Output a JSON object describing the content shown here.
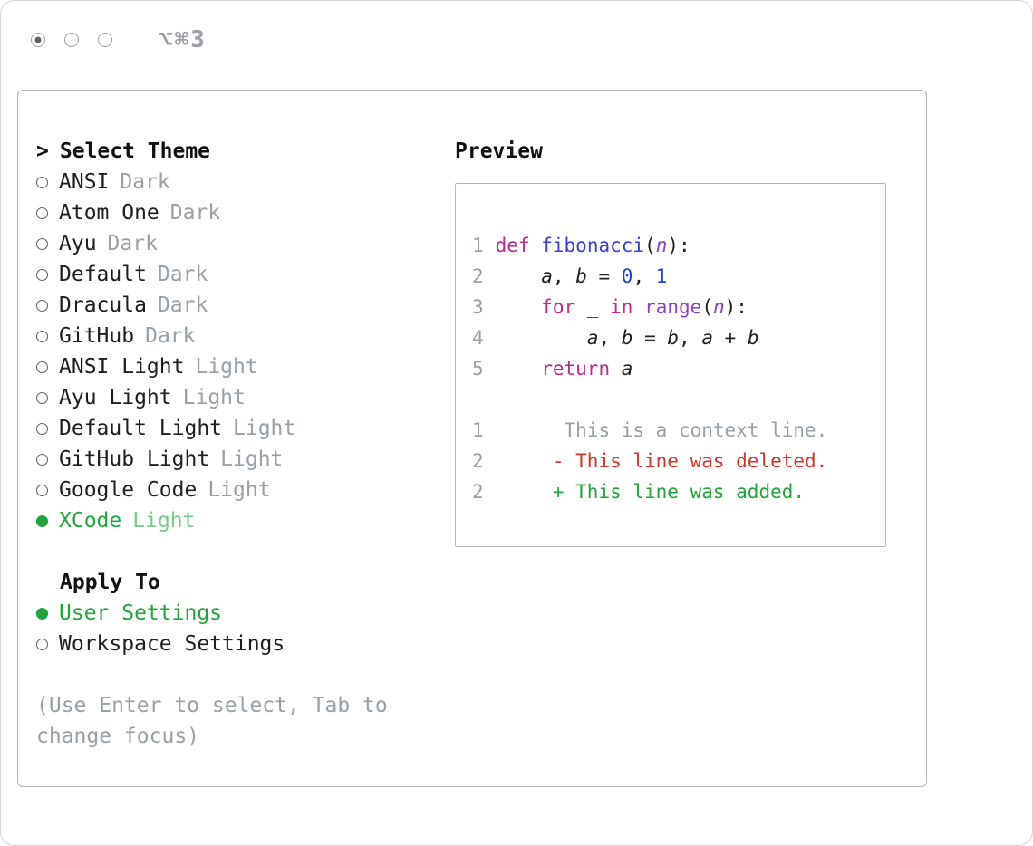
{
  "window": {
    "shortcut": "⌥⌘3"
  },
  "theme_list": {
    "prompt": ">",
    "title": "Select Theme",
    "items": [
      {
        "name": "ANSI",
        "variant": "Dark",
        "selected": false
      },
      {
        "name": "Atom One",
        "variant": "Dark",
        "selected": false
      },
      {
        "name": "Ayu",
        "variant": "Dark",
        "selected": false
      },
      {
        "name": "Default",
        "variant": "Dark",
        "selected": false
      },
      {
        "name": "Dracula",
        "variant": "Dark",
        "selected": false
      },
      {
        "name": "GitHub",
        "variant": "Dark",
        "selected": false
      },
      {
        "name": "ANSI Light",
        "variant": "Light",
        "selected": false
      },
      {
        "name": "Ayu Light",
        "variant": "Light",
        "selected": false
      },
      {
        "name": "Default Light",
        "variant": "Light",
        "selected": false
      },
      {
        "name": "GitHub Light",
        "variant": "Light",
        "selected": false
      },
      {
        "name": "Google Code",
        "variant": "Light",
        "selected": false
      },
      {
        "name": "XCode",
        "variant": "Light",
        "selected": true
      }
    ]
  },
  "apply_to": {
    "title": "Apply To",
    "options": [
      {
        "label": "User Settings",
        "selected": true
      },
      {
        "label": "Workspace Settings",
        "selected": false
      }
    ]
  },
  "hint": "(Use Enter to select, Tab to change focus)",
  "preview": {
    "title": "Preview",
    "code_lines": [
      {
        "number": "1",
        "tokens": [
          {
            "t": "def",
            "s": "kw"
          },
          {
            "t": " ",
            "s": "p"
          },
          {
            "t": "fibonacci",
            "s": "fn"
          },
          {
            "t": "(",
            "s": "p"
          },
          {
            "t": "n",
            "s": "pa"
          },
          {
            "t": "):",
            "s": "p"
          }
        ]
      },
      {
        "number": "2",
        "tokens": [
          {
            "t": "    ",
            "s": "p"
          },
          {
            "t": "a",
            "s": "v"
          },
          {
            "t": ", ",
            "s": "p"
          },
          {
            "t": "b",
            "s": "v"
          },
          {
            "t": " = ",
            "s": "p"
          },
          {
            "t": "0",
            "s": "n"
          },
          {
            "t": ", ",
            "s": "p"
          },
          {
            "t": "1",
            "s": "n"
          }
        ]
      },
      {
        "number": "3",
        "tokens": [
          {
            "t": "    ",
            "s": "p"
          },
          {
            "t": "for",
            "s": "kw"
          },
          {
            "t": " ",
            "s": "p"
          },
          {
            "t": "_",
            "s": "p"
          },
          {
            "t": " ",
            "s": "p"
          },
          {
            "t": "in",
            "s": "kw"
          },
          {
            "t": " ",
            "s": "p"
          },
          {
            "t": "range",
            "s": "b"
          },
          {
            "t": "(",
            "s": "p"
          },
          {
            "t": "n",
            "s": "pa"
          },
          {
            "t": "):",
            "s": "p"
          }
        ]
      },
      {
        "number": "4",
        "tokens": [
          {
            "t": "        ",
            "s": "p"
          },
          {
            "t": "a",
            "s": "v"
          },
          {
            "t": ", ",
            "s": "p"
          },
          {
            "t": "b",
            "s": "v"
          },
          {
            "t": " = ",
            "s": "p"
          },
          {
            "t": "b",
            "s": "v"
          },
          {
            "t": ", ",
            "s": "p"
          },
          {
            "t": "a",
            "s": "v"
          },
          {
            "t": " + ",
            "s": "p"
          },
          {
            "t": "b",
            "s": "v"
          }
        ]
      },
      {
        "number": "5",
        "tokens": [
          {
            "t": "    ",
            "s": "p"
          },
          {
            "t": "return",
            "s": "kw"
          },
          {
            "t": " ",
            "s": "p"
          },
          {
            "t": "a",
            "s": "v"
          }
        ]
      }
    ],
    "diff_lines": [
      {
        "number": "1",
        "text": "      This is a context line.",
        "type": "context"
      },
      {
        "number": "2",
        "text": "     - This line was deleted.",
        "type": "deleted"
      },
      {
        "number": "2",
        "text": "     + This line was added.",
        "type": "added"
      }
    ]
  },
  "colors": {
    "keyword": "#bf2a8e",
    "function_name": "#3c3cd8",
    "number": "#1c41d9",
    "builtin": "#8a3fc6",
    "param": "#8a3fc6",
    "variable": "#1f1f1f",
    "plain": "#1f1f1f",
    "muted": "#9aa0a6",
    "selected_green": "#1fa43e",
    "selected_green_muted": "#7cc88f",
    "diff_deleted": "#d0342c",
    "diff_added": "#23a33a",
    "diff_context": "#9aa0a6",
    "line_number": "#9aa0a6",
    "border": "#b2b6ba",
    "text": "#1f1f1f"
  }
}
